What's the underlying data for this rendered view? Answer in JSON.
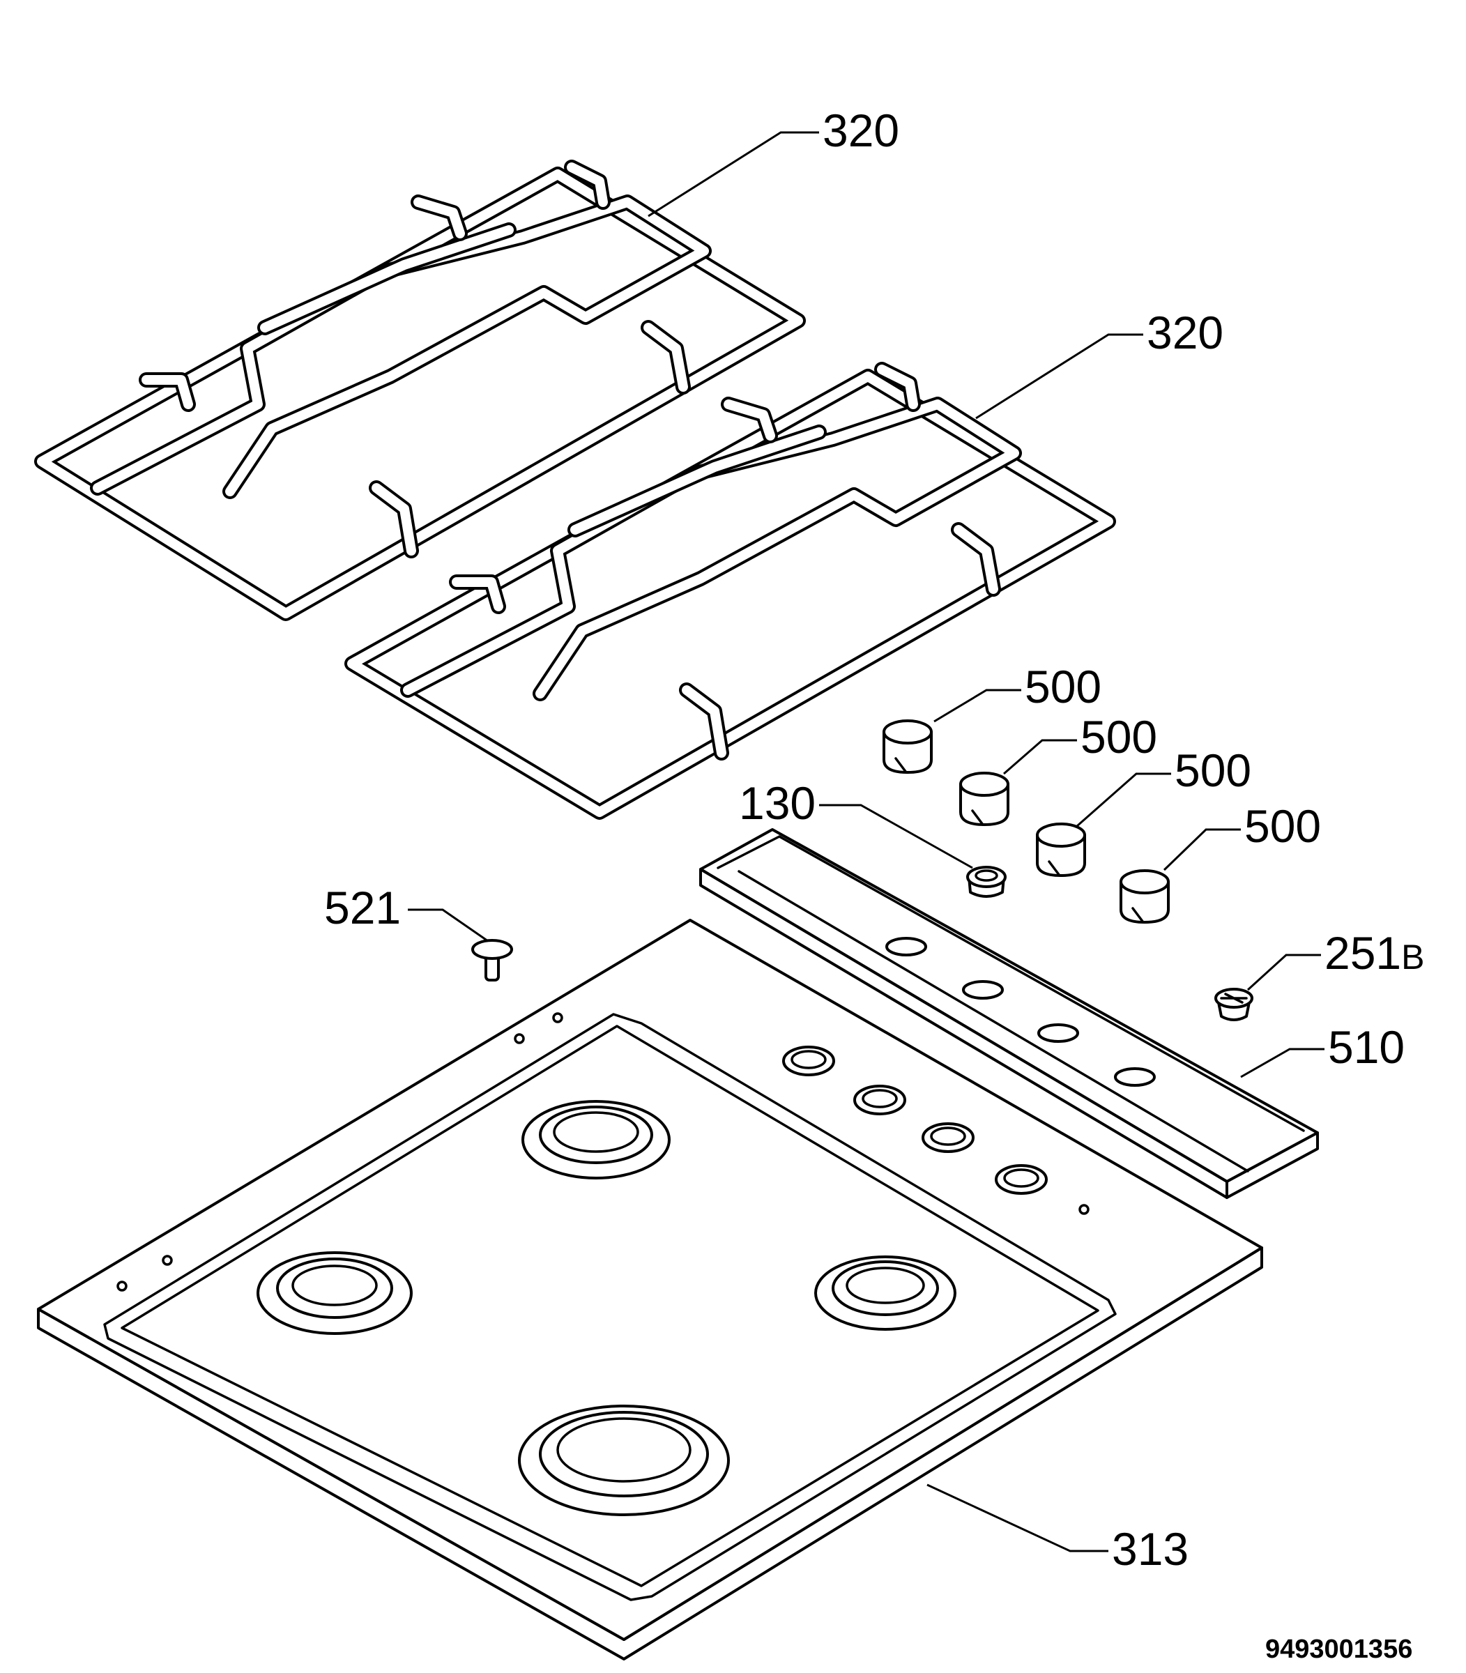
{
  "labels": {
    "grid_upper": "320",
    "grid_lower": "320",
    "knob_1": "500",
    "knob_2": "500",
    "knob_3": "500",
    "knob_4": "500",
    "part_130": "130",
    "part_521": "521",
    "part_251_main": "251",
    "part_251_suffix": "B",
    "control_panel": "510",
    "hob_top": "313"
  },
  "document_number": "9493001356"
}
